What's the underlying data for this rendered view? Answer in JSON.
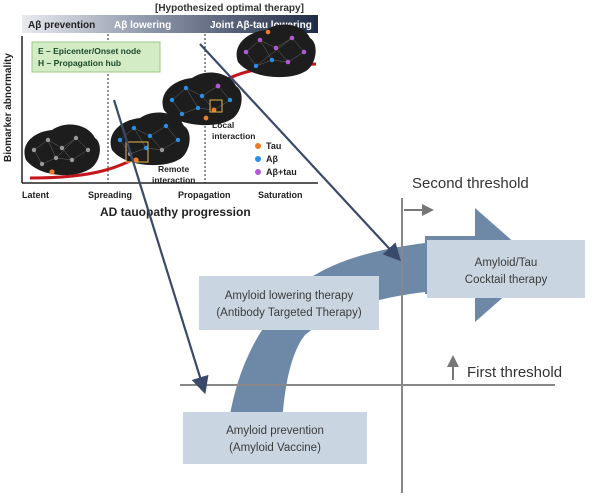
{
  "top_panel": {
    "hypothesis_label": "[Hypothesized optimal therapy]",
    "phases": [
      "Aβ prevention",
      "Aβ lowering",
      "Joint Aβ-tau lowering"
    ],
    "y_axis_label": "Biomarker abnormality",
    "x_axis_label": "AD tauopathy progression",
    "stages": [
      "Latent",
      "Spreading",
      "Propagation",
      "Saturation"
    ],
    "key_box": [
      "E – Epicenter/Onset node",
      "H – Propagation hub"
    ],
    "annotations": {
      "local": [
        "Local",
        "interaction"
      ],
      "remote": [
        "Remote",
        "interaction"
      ]
    },
    "legend": [
      {
        "label": "Tau",
        "color": "#f07a2c"
      },
      {
        "label": "Aβ",
        "color": "#2a8fe6"
      },
      {
        "label": "Aβ+tau",
        "color": "#b25ad3"
      }
    ],
    "curve_color": "#c4161c"
  },
  "bottom_panel": {
    "second_threshold": "Second threshold",
    "first_threshold": "First threshold",
    "boxes": {
      "lowering": [
        "Amyloid lowering therapy",
        "(Antibody Targeted Therapy)"
      ],
      "cocktail": [
        "Amyloid/Tau",
        "Cocktail therapy"
      ],
      "prevention": [
        "Amyloid prevention",
        "(Amyloid Vaccine)"
      ]
    },
    "arrow_color": "#6e88a8",
    "box_color": "#c9d6e2"
  }
}
